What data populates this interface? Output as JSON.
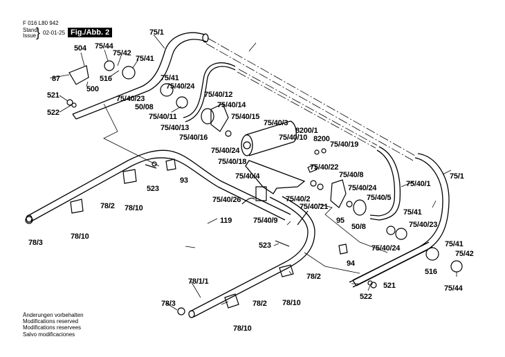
{
  "header": {
    "doc_number": "F 016 L80 942",
    "stand_label": "Stand",
    "issue_label": "Issue",
    "date": "02-01-25",
    "figure": "Fig./Abb. 2"
  },
  "footer_notes": [
    "Änderungen vorbehalten",
    "Modifications reserved",
    "Modifications reservees",
    "Salvo modificaciones"
  ],
  "part_labels": [
    {
      "id": "504",
      "text": "504"
    },
    {
      "id": "75-44-a",
      "text": "75/44"
    },
    {
      "id": "75-42-a",
      "text": "75/42"
    },
    {
      "id": "75-41-a",
      "text": "75/41"
    },
    {
      "id": "75-1-a",
      "text": "75/1"
    },
    {
      "id": "87",
      "text": "87"
    },
    {
      "id": "516-a",
      "text": "516"
    },
    {
      "id": "500",
      "text": "500"
    },
    {
      "id": "521-a",
      "text": "521"
    },
    {
      "id": "522-a",
      "text": "522"
    },
    {
      "id": "75-41-b",
      "text": "75/41"
    },
    {
      "id": "75-40-24-a",
      "text": "75/40/24"
    },
    {
      "id": "75-40-23-a",
      "text": "75/40/23"
    },
    {
      "id": "50-08",
      "text": "50/08"
    },
    {
      "id": "75-40-11",
      "text": "75/40/11"
    },
    {
      "id": "75-40-13",
      "text": "75/40/13"
    },
    {
      "id": "75-40-16",
      "text": "75/40/16"
    },
    {
      "id": "75-40-12",
      "text": "75/40/12"
    },
    {
      "id": "75-40-14",
      "text": "75/40/14"
    },
    {
      "id": "75-40-15",
      "text": "75/40/15"
    },
    {
      "id": "75-40-3",
      "text": "75/40/3"
    },
    {
      "id": "75-40-24-b",
      "text": "75/40/24"
    },
    {
      "id": "75-40-18",
      "text": "75/40/18"
    },
    {
      "id": "75-40-10",
      "text": "75/40/10"
    },
    {
      "id": "8200-1",
      "text": "8200/1"
    },
    {
      "id": "8200",
      "text": "8200"
    },
    {
      "id": "75-40-19",
      "text": "75/40/19"
    },
    {
      "id": "75-40-4",
      "text": "75/40/4"
    },
    {
      "id": "75-40-22",
      "text": "75/40/22"
    },
    {
      "id": "75-40-8",
      "text": "75/40/8"
    },
    {
      "id": "75-40-26",
      "text": "75/40/26"
    },
    {
      "id": "75-40-2",
      "text": "75/40/2"
    },
    {
      "id": "75-40-21",
      "text": "75/40/21"
    },
    {
      "id": "75-40-24-c",
      "text": "75/40/24"
    },
    {
      "id": "75-40-5",
      "text": "75/40/5"
    },
    {
      "id": "75-40-1",
      "text": "75/40/1"
    },
    {
      "id": "75-1-b",
      "text": "75/1"
    },
    {
      "id": "119",
      "text": "119"
    },
    {
      "id": "75-40-9",
      "text": "75/40/9"
    },
    {
      "id": "95",
      "text": "95"
    },
    {
      "id": "50-8",
      "text": "50/8"
    },
    {
      "id": "75-41-c",
      "text": "75/41"
    },
    {
      "id": "75-40-23-b",
      "text": "75/40/23"
    },
    {
      "id": "75-40-24-d",
      "text": "75/40/24"
    },
    {
      "id": "93",
      "text": "93"
    },
    {
      "id": "523-a",
      "text": "523"
    },
    {
      "id": "78-2-a",
      "text": "78/2"
    },
    {
      "id": "78-10-a",
      "text": "78/10"
    },
    {
      "id": "78-10-b",
      "text": "78/10"
    },
    {
      "id": "78-3-a",
      "text": "78/3"
    },
    {
      "id": "523-b",
      "text": "523"
    },
    {
      "id": "94",
      "text": "94"
    },
    {
      "id": "75-41-d",
      "text": "75/41"
    },
    {
      "id": "75-42-b",
      "text": "75/42"
    },
    {
      "id": "516-b",
      "text": "516"
    },
    {
      "id": "75-44-b",
      "text": "75/44"
    },
    {
      "id": "521-b",
      "text": "521"
    },
    {
      "id": "522-b",
      "text": "522"
    },
    {
      "id": "78-1-1",
      "text": "78/1/1"
    },
    {
      "id": "78-2-b",
      "text": "78/2"
    },
    {
      "id": "78-10-c",
      "text": "78/10"
    },
    {
      "id": "78-3-b",
      "text": "78/3"
    },
    {
      "id": "78-2-c",
      "text": "78/2"
    },
    {
      "id": "78-10-d",
      "text": "78/10"
    }
  ]
}
